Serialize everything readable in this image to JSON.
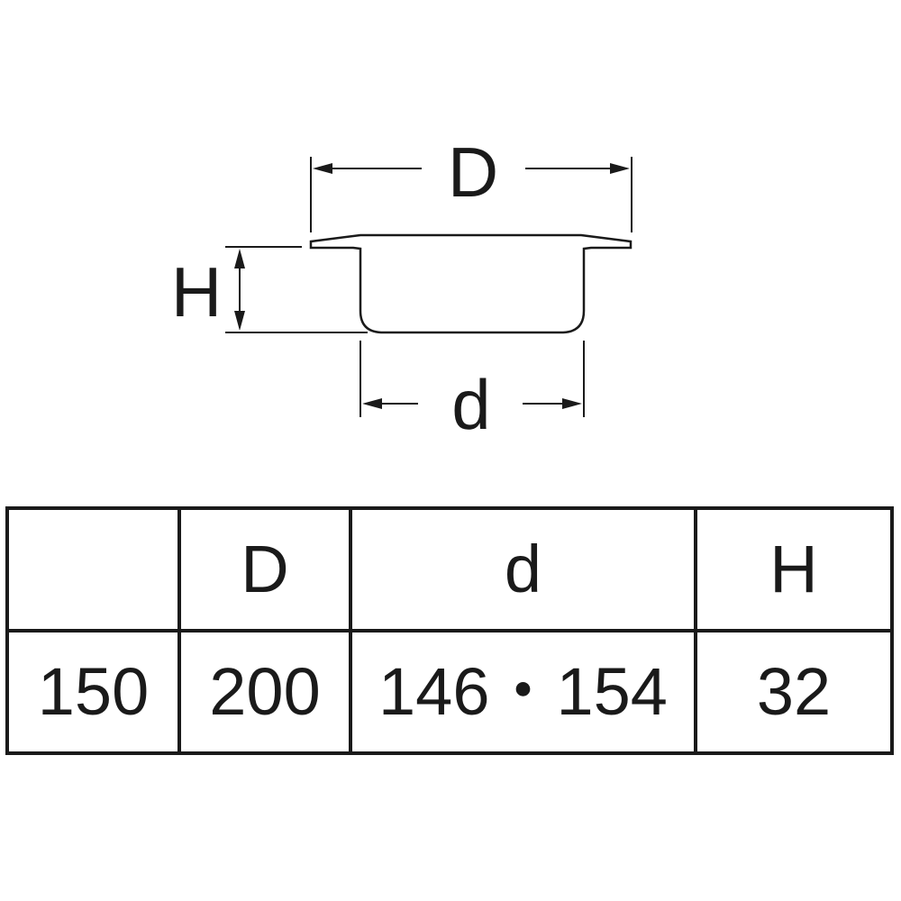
{
  "drawing": {
    "dim_outer_label": "D",
    "dim_height_label": "H",
    "dim_inner_label": "d"
  },
  "table": {
    "headers": [
      "",
      "D",
      "d",
      "H"
    ],
    "rows": [
      [
        "150",
        "200",
        "146・154",
        "32"
      ]
    ]
  },
  "colors": {
    "line": "#1a1a1a",
    "background": "#ffffff"
  }
}
